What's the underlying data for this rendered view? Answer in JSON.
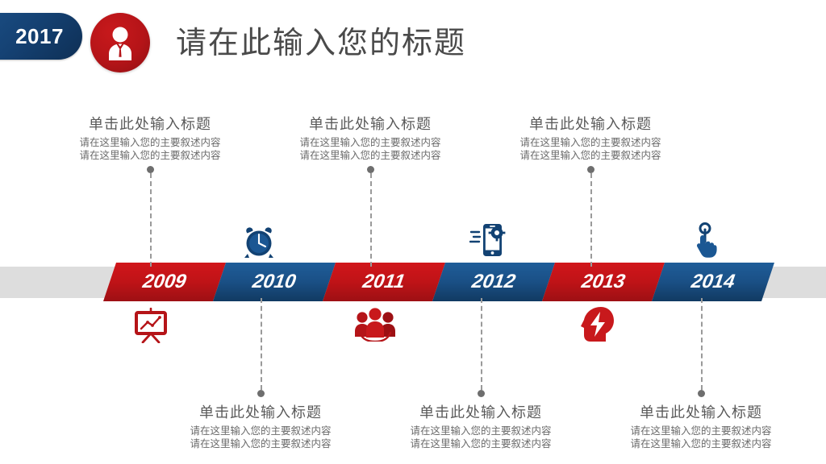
{
  "header": {
    "year_badge": "2017",
    "avatar_icon": "businessman-icon",
    "title": "请在此输入您的标题"
  },
  "colors": {
    "red": "#c01317",
    "blue": "#1a5086",
    "band_gray": "#dddddd",
    "text_gray": "#5a5a5a",
    "connector_gray": "#9a9a9a",
    "badge_navy": "#154274"
  },
  "timeline": {
    "milestones": [
      {
        "year": "2009",
        "color": "red",
        "side": "top",
        "icon": "presentation-chart-icon",
        "icon_color": "red",
        "title": "单击此处输入标题",
        "lines": [
          "请在这里输入您的主要叙述内容",
          "请在这里输入您的主要叙述内容"
        ]
      },
      {
        "year": "2010",
        "color": "blue",
        "side": "bottom",
        "icon": "none",
        "icon_color": "none",
        "title": "单击此处输入标题",
        "lines": [
          "请在这里输入您的主要叙述内容",
          "请在这里输入您的主要叙述内容"
        ]
      },
      {
        "year": "2011",
        "color": "red",
        "side": "top",
        "icon": "alarm-clock-icon",
        "icon_color": "blue",
        "title": "单击此处输入标题",
        "lines": [
          "请在这里输入您的主要叙述内容",
          "请在这里输入您的主要叙述内容"
        ]
      },
      {
        "year": "2012",
        "color": "blue",
        "side": "bottom",
        "icon": "smartphone-settings-icon",
        "icon_color": "blue",
        "title": "单击此处输入标题",
        "lines": [
          "请在这里输入您的主要叙述内容",
          "请在这里输入您的主要叙述内容"
        ]
      },
      {
        "year": "2013",
        "color": "red",
        "side": "top",
        "icon": "head-lightning-icon",
        "icon_color": "red",
        "title": "单击此处输入标题",
        "lines": [
          "请在这里输入您的主要叙述内容",
          "请在这里输入您的主要叙述内容"
        ]
      },
      {
        "year": "2014",
        "color": "blue",
        "side": "bottom",
        "icon": "hand-tap-icon",
        "icon_color": "blue",
        "title": "单击此处输入标题",
        "lines": [
          "请在这里输入您的主要叙述内容",
          "请在这里输入您的主要叙述内容"
        ]
      }
    ],
    "extra_icons": [
      {
        "icon": "team-group-icon",
        "icon_color": "red"
      }
    ]
  }
}
